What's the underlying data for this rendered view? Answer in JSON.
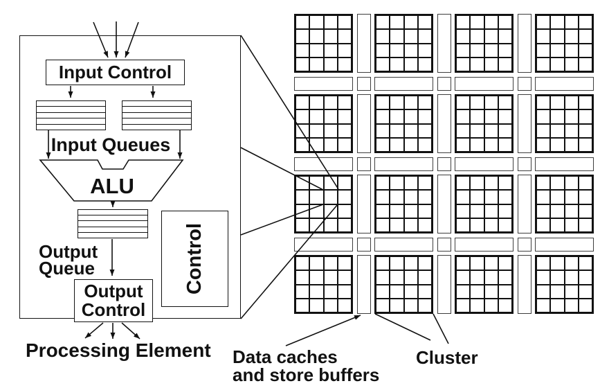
{
  "pe_diagram": {
    "caption": "Processing Element",
    "input_control_label": "Input Control",
    "input_queues_label": "Input Queues",
    "alu_label": "ALU",
    "output_queue_label": {
      "line1": "Output",
      "line2": "Queue"
    },
    "output_control_label": {
      "line1": "Output",
      "line2": "Control"
    },
    "control_label": "Control",
    "queue_slots": 5
  },
  "chip_diagram": {
    "grid": {
      "cluster_rows": 4,
      "cluster_cols": 4,
      "cells_per_cluster_side": 4
    },
    "data_caches_label": {
      "line1": "Data caches",
      "line2": "and store buffers"
    },
    "cluster_label": "Cluster"
  },
  "colors": {
    "line": "#111111",
    "bar_border": "#3d3d3d",
    "background": "#ffffff"
  }
}
